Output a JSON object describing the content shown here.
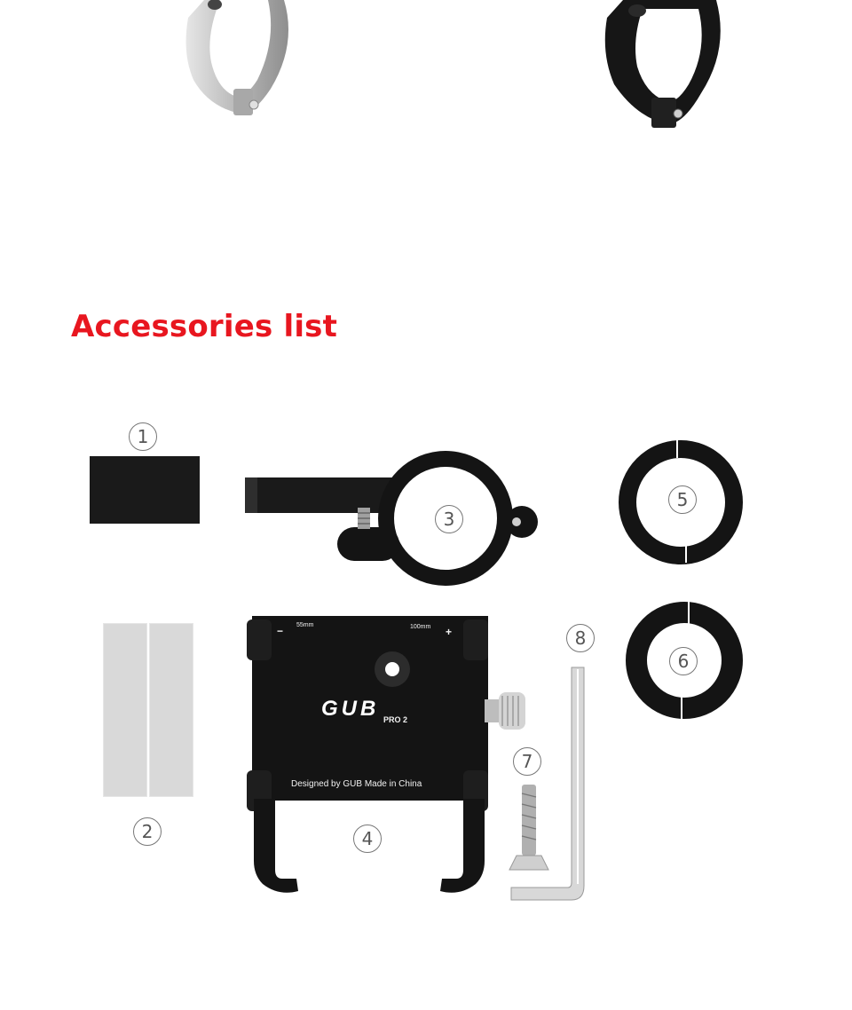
{
  "heading": "Accessories list",
  "numbers": [
    "1",
    "2",
    "3",
    "4",
    "5",
    "6",
    "7",
    "8"
  ],
  "holder_print": {
    "left_width": "55mm",
    "right_width": "100mm",
    "minus": "−",
    "plus": "+",
    "brand": "GUB",
    "model": "PRO 2",
    "tagline": "Designed by GUB Made in China"
  },
  "colors": {
    "heading": "#e8161f",
    "metal_silver": "#c8c8c8",
    "metal_black": "#1c1c1c",
    "film": "#d9d9d9"
  }
}
